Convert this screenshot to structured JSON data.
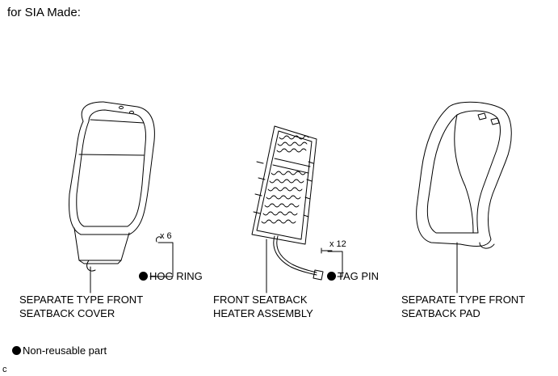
{
  "heading": "for SIA Made:",
  "parts": {
    "seatback_cover": {
      "line1": "SEPARATE TYPE FRONT",
      "line2": "SEATBACK COVER"
    },
    "hog_ring": {
      "label": "HOG RING",
      "quantity": "x 6",
      "non_reusable": true
    },
    "heater_assembly": {
      "line1": "FRONT SEATBACK",
      "line2": "HEATER ASSEMBLY"
    },
    "tag_pin": {
      "label": "TAG PIN",
      "quantity": "x 12",
      "non_reusable": true
    },
    "seatback_pad": {
      "line1": "SEPARATE TYPE FRONT",
      "line2": "SEATBACK PAD"
    }
  },
  "legend": {
    "non_reusable_label": "Non-reusable part"
  },
  "figure_code": "c"
}
